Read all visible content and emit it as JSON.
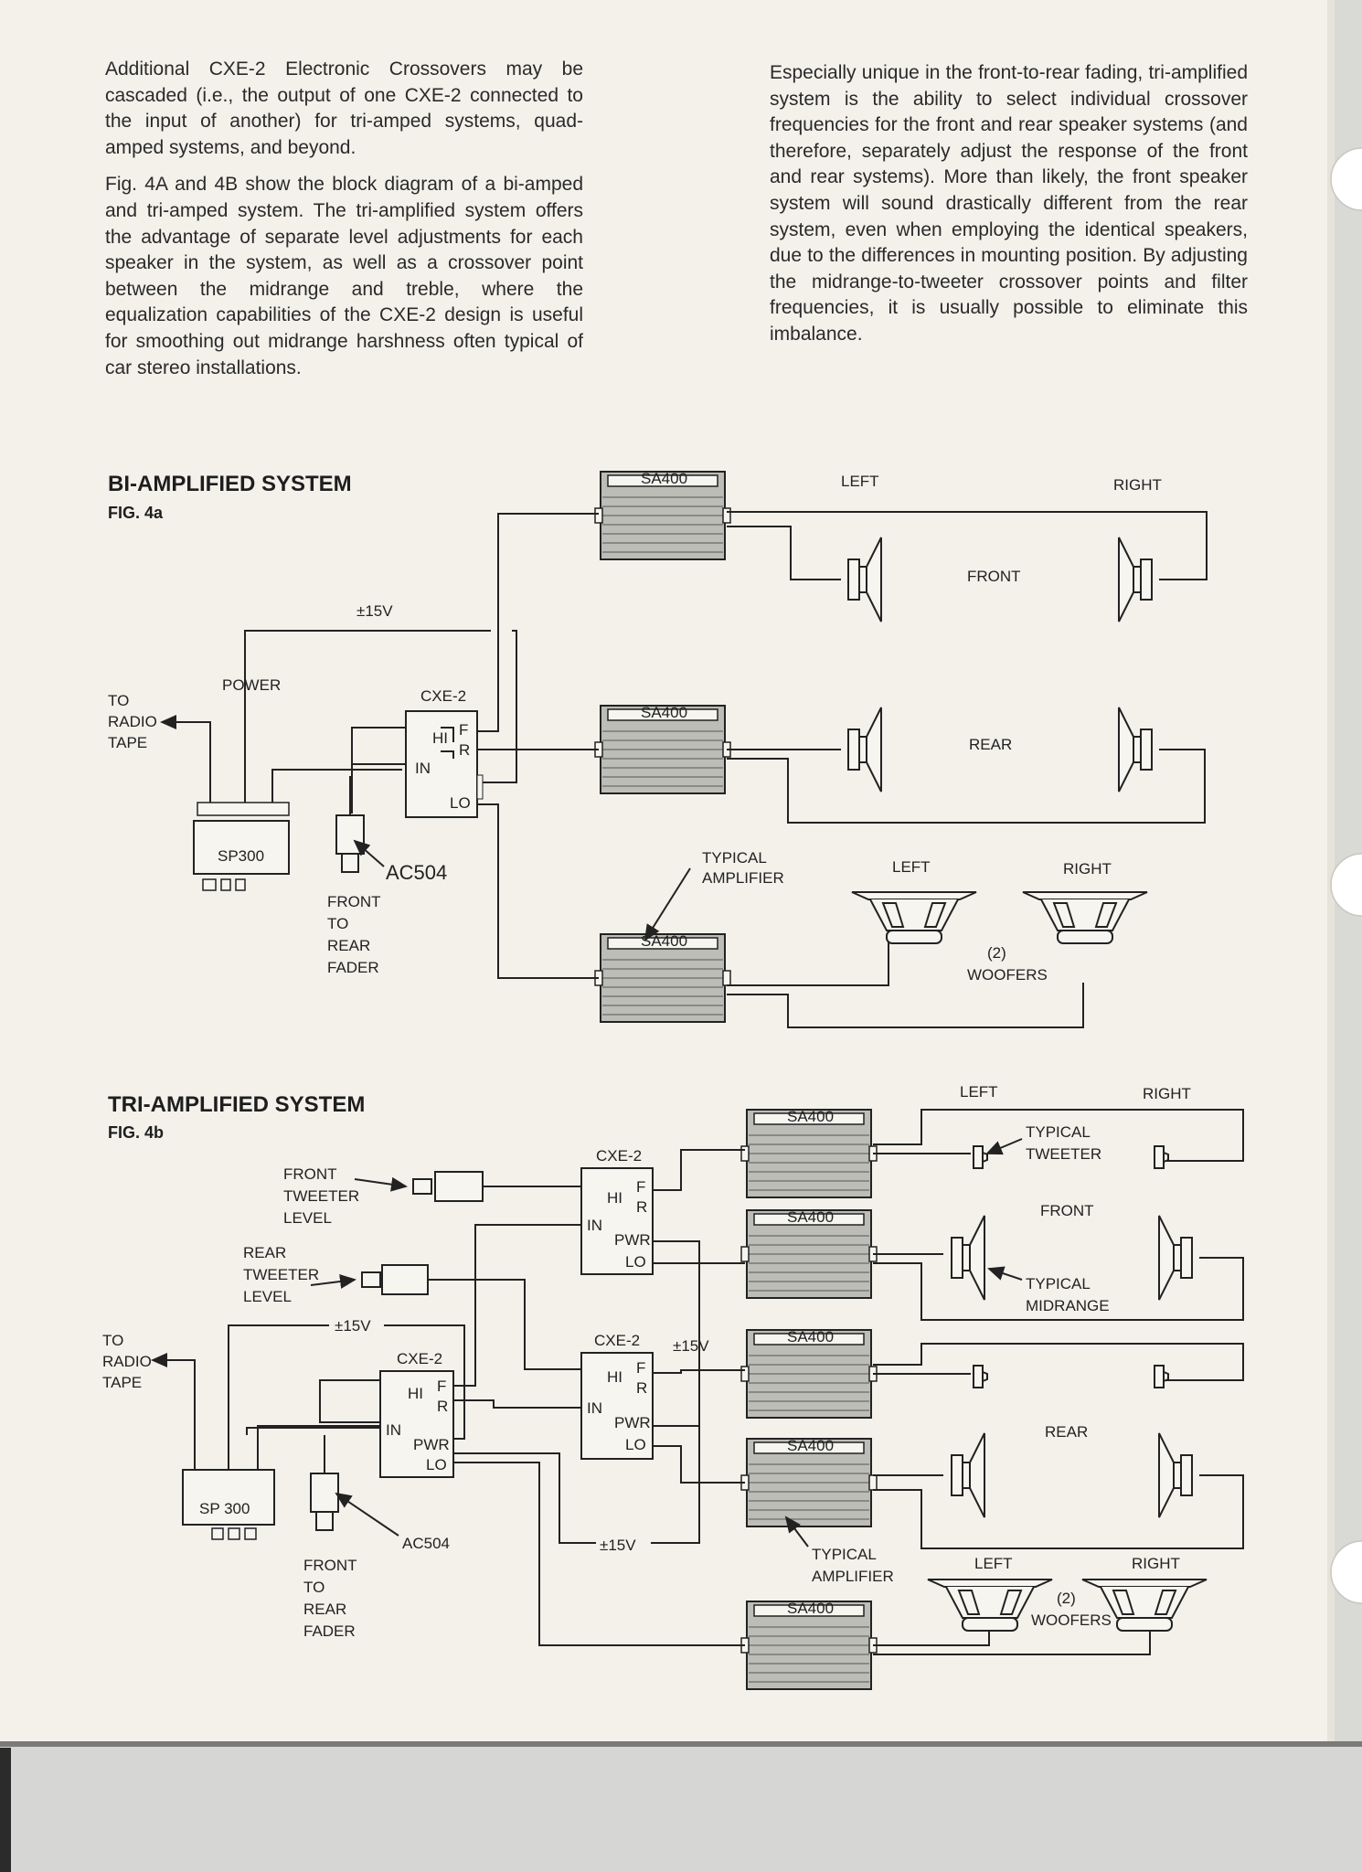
{
  "text": {
    "col1_p1": "Additional CXE-2 Electronic Crossovers may be cascaded (i.e., the output of one CXE-2 connected to the input of another) for tri-amped systems, quad-amped systems, and beyond.",
    "col1_p2": "Fig. 4A and 4B show the block diagram of a bi-amped and tri-amped system. The tri-amplified system offers the advantage of separate level adjustments for each speaker in the system, as well as a crossover point between the midrange and treble, where the equalization capabilities of the CXE-2 design is useful for smoothing out midrange harshness often typical of car stereo installations.",
    "col2_p1": "Especially unique in the front-to-rear fading, tri-amplified system is the ability to select individual crossover frequencies for the front and rear speaker systems (and therefore, separately adjust the response of the front and rear systems). More than likely, the front speaker system will sound drastically different from the rear system, even when employing the identical speakers, due to the differences in mounting position. By adjusting the midrange-to-tweeter crossover points and filter frequencies, it is usually possible to eliminate this imbalance."
  },
  "fig4a": {
    "title": "BI-AMPLIFIED SYSTEM",
    "fig": "FIG. 4a",
    "left": "LEFT",
    "right": "RIGHT",
    "front": "FRONT",
    "rear": "REAR",
    "amp": "SA400",
    "plus15": "±15V",
    "power": "POWER",
    "to": "TO",
    "radio": "RADIO",
    "tape": "TAPE",
    "cxe": "CXE-2",
    "hi": "HI",
    "f": "F",
    "r": "R",
    "in": "IN",
    "lo": "LO",
    "sp": "SP300",
    "ac": "AC504",
    "fader1": "FRONT",
    "fader2": "TO",
    "fader3": "REAR",
    "fader4": "FADER",
    "typical": "TYPICAL",
    "amplifier": "AMPLIFIER",
    "two": "(2)",
    "woofers": "WOOFERS"
  },
  "fig4b": {
    "title": "TRI-AMPLIFIED SYSTEM",
    "fig": "FIG. 4b",
    "left": "LEFT",
    "right": "RIGHT",
    "front": "FRONT",
    "rear": "REAR",
    "amp": "SA400",
    "plus15": "±15V",
    "to": "TO",
    "radio": "RADIO",
    "tape": "TAPE",
    "cxe": "CXE-2",
    "hi": "HI",
    "f": "F",
    "r": "R",
    "in": "IN",
    "pwr": "PWR",
    "lo": "LO",
    "sp": "SP 300",
    "ac": "AC504",
    "ftl1": "FRONT",
    "ftl2": "TWEETER",
    "ftl3": "LEVEL",
    "rtl1": "REAR",
    "rtl2": "TWEETER",
    "rtl3": "LEVEL",
    "typical": "TYPICAL",
    "tweeter": "TWEETER",
    "midrange": "MIDRANGE",
    "amplifier": "AMPLIFIER",
    "fader1": "FRONT",
    "fader2": "TO",
    "fader3": "REAR",
    "fader4": "FADER",
    "two": "(2)",
    "woofers": "WOOFERS"
  },
  "colors": {
    "paper": "#f3f1ea",
    "ink": "#222222",
    "amp_fill": "#bdbdb8"
  }
}
